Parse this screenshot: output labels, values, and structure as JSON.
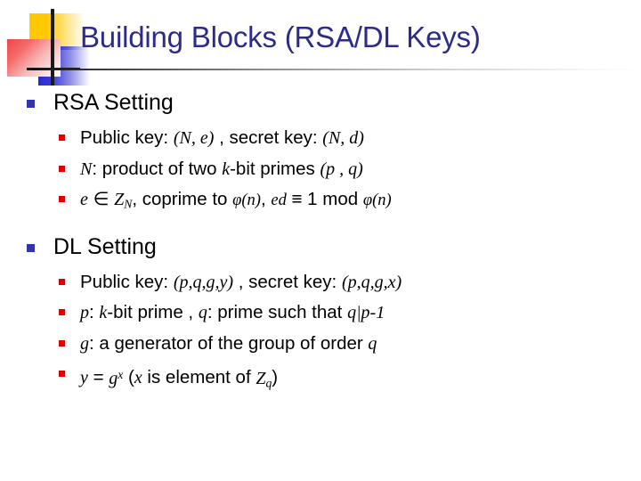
{
  "slide": {
    "title": "Building Blocks (RSA/DL Keys)",
    "title_color": "#2b2b8c",
    "level1_bullet_color": "#3333aa",
    "level2_bullet_color": "#dd0000",
    "background_color": "#ffffff"
  },
  "logo": {
    "yellow_color": "#ffc800",
    "red_color": "#f04545",
    "blue_color": "#2a2ad4",
    "crosshair_color": "#1a1a1a"
  },
  "sections": [
    {
      "heading": "RSA Setting",
      "items": [
        {
          "parts": [
            {
              "text": "Public key: ",
              "style": "plain"
            },
            {
              "text": "(N, e)",
              "style": "math"
            },
            {
              "text": " , secret key: ",
              "style": "plain"
            },
            {
              "text": "(N, d)",
              "style": "math"
            }
          ],
          "plain": "Public key: (N, e) , secret key: (N, d)"
        },
        {
          "parts": [
            {
              "text": "N",
              "style": "math"
            },
            {
              "text": ": product of two ",
              "style": "plain"
            },
            {
              "text": "k",
              "style": "math"
            },
            {
              "text": "-bit primes ",
              "style": "plain"
            },
            {
              "text": "(p , q)",
              "style": "math"
            }
          ],
          "plain": "N: product of two k-bit primes (p , q)"
        },
        {
          "parts": [
            {
              "text": "e",
              "style": "math"
            },
            {
              "text": " ∈ ",
              "style": "plain"
            },
            {
              "text": "Z",
              "style": "math"
            },
            {
              "text": "N",
              "style": "math-sub"
            },
            {
              "text": ", coprime to ",
              "style": "plain"
            },
            {
              "text": "φ(n)",
              "style": "math-small"
            },
            {
              "text": ", ",
              "style": "plain"
            },
            {
              "text": "ed",
              "style": "math-small"
            },
            {
              "text": " ≡ 1 mod ",
              "style": "plain"
            },
            {
              "text": "φ(n)",
              "style": "math-small"
            }
          ],
          "plain": "e ∈ Z_N, coprime to φ(n), ed ≡ 1 mod φ(n)"
        }
      ]
    },
    {
      "heading": "DL Setting",
      "items": [
        {
          "parts": [
            {
              "text": "Public key: ",
              "style": "plain"
            },
            {
              "text": "(p,q,g,y)",
              "style": "math"
            },
            {
              "text": " , secret key: ",
              "style": "plain"
            },
            {
              "text": "(p,q,g,x)",
              "style": "math"
            }
          ],
          "plain": "Public key: (p,q,g,y) , secret key: (p,q,g,x)"
        },
        {
          "parts": [
            {
              "text": "p",
              "style": "math"
            },
            {
              "text": ": ",
              "style": "plain"
            },
            {
              "text": "k",
              "style": "math"
            },
            {
              "text": "-bit prime , ",
              "style": "plain"
            },
            {
              "text": "q",
              "style": "math"
            },
            {
              "text": ": prime such that ",
              "style": "plain"
            },
            {
              "text": "q|p-1",
              "style": "math"
            }
          ],
          "plain": "p: k-bit prime , q: prime such that q|p-1"
        },
        {
          "parts": [
            {
              "text": "g",
              "style": "math"
            },
            {
              "text": ": a generator of the group of order ",
              "style": "plain"
            },
            {
              "text": "q",
              "style": "math"
            }
          ],
          "plain": "g: a generator of the group of order q"
        },
        {
          "parts": [
            {
              "text": "y",
              "style": "math"
            },
            {
              "text": " = ",
              "style": "plain"
            },
            {
              "text": "g",
              "style": "math"
            },
            {
              "text": "x",
              "style": "math-sup"
            },
            {
              "text": " (",
              "style": "plain"
            },
            {
              "text": "x",
              "style": "math"
            },
            {
              "text": " is element of ",
              "style": "plain"
            },
            {
              "text": "Z",
              "style": "math"
            },
            {
              "text": "q",
              "style": "math-sub"
            },
            {
              "text": ")",
              "style": "plain"
            }
          ],
          "plain": "y = g^x (x is element of Z_q)"
        }
      ]
    }
  ]
}
